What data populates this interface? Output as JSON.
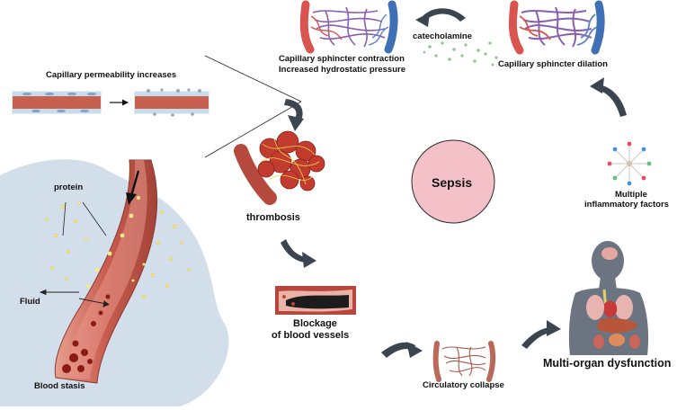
{
  "labels": {
    "catecholamine": "catecholamine",
    "sphincter_contraction_1": "Capillary sphincter contraction",
    "sphincter_contraction_2": "Increased hydrostatic pressure",
    "sphincter_dilation": "Capillary sphincter dilation",
    "permeability": "Capillary permeability increases",
    "thrombosis": "thrombosis",
    "sepsis": "Sepsis",
    "inflammatory_1": "Multiple",
    "inflammatory_2": "inflammatory factors",
    "protein": "protein",
    "fluid": "Fluid",
    "blood_stasis": "Blood stasis",
    "blockage_1": "Blockage",
    "blockage_2": "of blood vessels",
    "circulatory_collapse": "Circulatory collapse",
    "multi_organ": "Multi-organ dysfunction"
  },
  "colors": {
    "artery": "#d9534f",
    "vein": "#3f6fb5",
    "capillary": "#8a5fb0",
    "sepsis_fill": "#f4c1c9",
    "arrow": "#3a4550",
    "tissue": "#c9d6e6",
    "vessel_wall": "#c0675a",
    "clot": "#b6322c",
    "organ_body": "#6b7480"
  }
}
